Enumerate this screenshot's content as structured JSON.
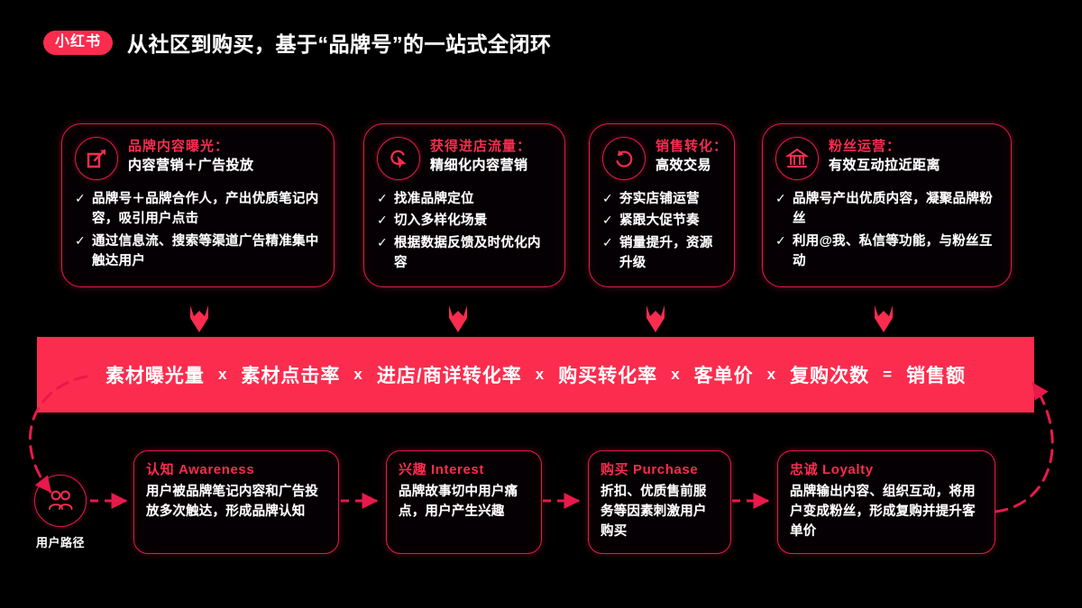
{
  "header": {
    "logo": "小红书",
    "title": "从社区到购买，基于“品牌号”的一站式全闭环"
  },
  "colors": {
    "accent_red": "#FB2C4E",
    "border_red": "#E8194B",
    "background": "#000000",
    "text_white": "#FFFFFF"
  },
  "top_cards": [
    {
      "icon": "edit-square-icon",
      "title_primary": "品牌内容曝光：",
      "title_secondary": "内容营销＋广告投放",
      "bullets": [
        "品牌号＋品牌合作人，产出优质笔记内容，吸引用户点击",
        "通过信息流、搜索等渠道广告精准集中触达用户"
      ]
    },
    {
      "icon": "target-cursor-icon",
      "title_primary": "获得进店流量：",
      "title_secondary": "精细化内容营销",
      "bullets": [
        "找准品牌定位",
        "切入多样化场景",
        "根据数据反馈及时优化内容"
      ]
    },
    {
      "icon": "refresh-arrow-icon",
      "title_primary": "销售转化：",
      "title_secondary": "高效交易",
      "bullets": [
        "夯实店铺运营",
        "紧跟大促节奏",
        "销量提升，资源升级"
      ]
    },
    {
      "icon": "bank-building-icon",
      "title_primary": "粉丝运营：",
      "title_secondary": "有效互动拉近距离",
      "bullets": [
        "品牌号产出优质内容，凝聚品牌粉丝",
        "利用@我、私信等功能，与粉丝互动"
      ]
    }
  ],
  "formula": {
    "terms": [
      "素材曝光量",
      "素材点击率",
      "进店/商详转化率",
      "购买转化率",
      "客单价",
      "复购次数"
    ],
    "operator": "x",
    "equals": "=",
    "result": "销售额"
  },
  "journey": {
    "node_icon": "users-group-icon",
    "node_label": "用户路径",
    "stages": [
      {
        "title": "认知 Awareness",
        "body": "用户被品牌笔记内容和广告投放多次触达，形成品牌认知"
      },
      {
        "title": "兴趣 Interest",
        "body": "品牌故事切中用户痛点，用户产生兴趣"
      },
      {
        "title": "购买 Purchase",
        "body": "折扣、优质售前服务等因素刺激用户购买"
      },
      {
        "title": "忠诚 Loyalty",
        "body": "品牌输出内容、组织互动，将用户变成粉丝，形成复购并提升客单价"
      }
    ]
  },
  "check_glyph": "✓"
}
